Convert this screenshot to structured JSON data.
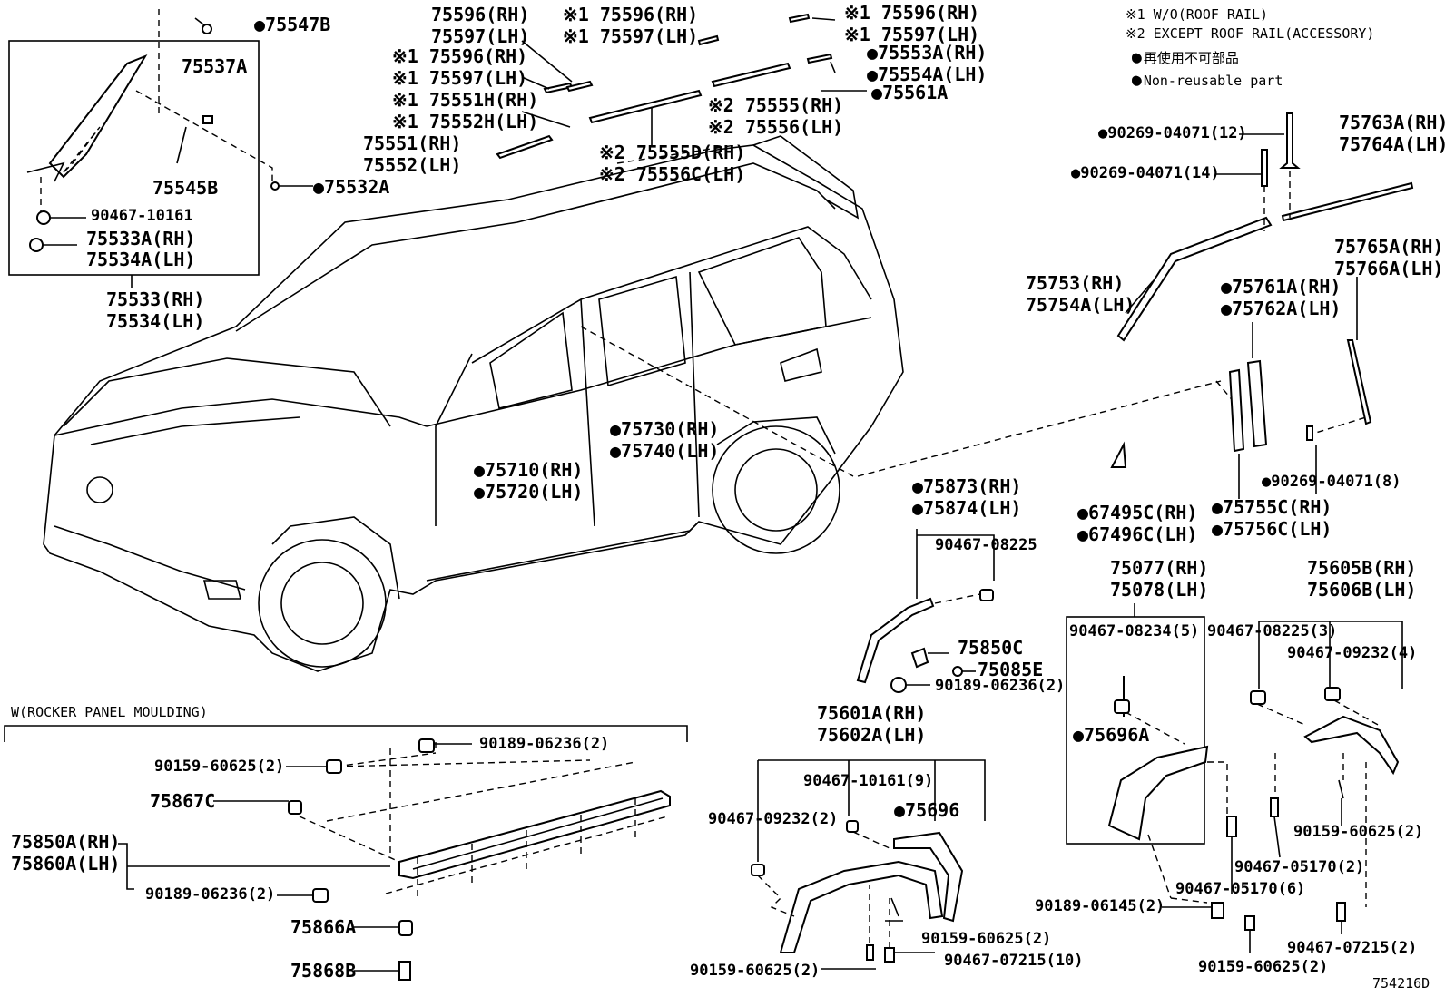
{
  "notes": {
    "n1": "※1 W/O(ROOF RAIL)",
    "n2": "※2 EXCEPT ROOF RAIL(ACCESSORY)",
    "jp": "再使用不可部品",
    "en": "Non-reusable part"
  },
  "section_title": "W(ROCKER PANEL MOULDING)",
  "figure_id": "754216D",
  "labels": [
    {
      "id": "75547B",
      "lines": [
        "●75547B"
      ]
    },
    {
      "id": "75537A",
      "lines": [
        "75537A"
      ]
    },
    {
      "id": "75545B",
      "lines": [
        "75545B"
      ]
    },
    {
      "id": "75532A",
      "lines": [
        "●75532A"
      ]
    },
    {
      "id": "90467-10161-a",
      "lines": [
        "90467-10161"
      ]
    },
    {
      "id": "75533A",
      "lines": [
        "75533A(RH)",
        "75534A(LH)"
      ]
    },
    {
      "id": "75533",
      "lines": [
        "75533(RH)",
        "75534(LH)"
      ]
    },
    {
      "id": "75596",
      "lines": [
        "75596(RH)",
        "75597(LH)"
      ]
    },
    {
      "id": "x175596-a",
      "lines": [
        "※1 75596(RH)",
        "※1 75597(LH)"
      ]
    },
    {
      "id": "x175596-b",
      "lines": [
        "※1 75596(RH)",
        "※1 75597(LH)"
      ]
    },
    {
      "id": "x175551H",
      "lines": [
        "※1 75551H(RH)",
        "※1 75552H(LH)"
      ]
    },
    {
      "id": "75551",
      "lines": [
        "75551(RH)",
        "75552(LH)"
      ]
    },
    {
      "id": "x175596-c",
      "lines": [
        "※1 75596(RH)",
        "※1 75597(LH)"
      ]
    },
    {
      "id": "75553A",
      "lines": [
        "●75553A(RH)",
        "●75554A(LH)"
      ]
    },
    {
      "id": "75561A",
      "lines": [
        "●75561A"
      ]
    },
    {
      "id": "x275555",
      "lines": [
        "※2 75555(RH)",
        "※2 75556(LH)"
      ]
    },
    {
      "id": "x275555D",
      "lines": [
        "※2 75555D(RH)",
        "※2 75556C(LH)"
      ]
    },
    {
      "id": "90269-12",
      "lines": [
        "●90269-04071(12)"
      ]
    },
    {
      "id": "90269-14",
      "lines": [
        "●90269-04071(14)"
      ]
    },
    {
      "id": "75763A",
      "lines": [
        "75763A(RH)",
        "75764A(LH)"
      ]
    },
    {
      "id": "75765A",
      "lines": [
        "75765A(RH)",
        "75766A(LH)"
      ]
    },
    {
      "id": "75753",
      "lines": [
        "75753(RH)",
        "75754A(LH)"
      ]
    },
    {
      "id": "75761A",
      "lines": [
        "●75761A(RH)",
        "●75762A(LH)"
      ]
    },
    {
      "id": "90269-8",
      "lines": [
        "●90269-04071(8)"
      ]
    },
    {
      "id": "75755C",
      "lines": [
        "●75755C(RH)",
        "●75756C(LH)"
      ]
    },
    {
      "id": "67495C",
      "lines": [
        "●67495C(RH)",
        "●67496C(LH)"
      ]
    },
    {
      "id": "75730",
      "lines": [
        "●75730(RH)",
        "●75740(LH)"
      ]
    },
    {
      "id": "75710",
      "lines": [
        "●75710(RH)",
        "●75720(LH)"
      ]
    },
    {
      "id": "75873",
      "lines": [
        "●75873(RH)",
        "●75874(LH)"
      ]
    },
    {
      "id": "90467-08225-a",
      "lines": [
        "90467-08225"
      ]
    },
    {
      "id": "75850C",
      "lines": [
        "75850C"
      ]
    },
    {
      "id": "75085E",
      "lines": [
        "75085E"
      ]
    },
    {
      "id": "90189-06236-a",
      "lines": [
        "90189-06236(2)"
      ]
    },
    {
      "id": "75077",
      "lines": [
        "75077(RH)",
        "75078(LH)"
      ]
    },
    {
      "id": "75605B",
      "lines": [
        "75605B(RH)",
        "75606B(LH)"
      ]
    },
    {
      "id": "90467-08234",
      "lines": [
        "90467-08234(5)"
      ]
    },
    {
      "id": "90467-08225-b",
      "lines": [
        "90467-08225(3)"
      ]
    },
    {
      "id": "90467-09232-a",
      "lines": [
        "90467-09232(4)"
      ]
    },
    {
      "id": "75696A",
      "lines": [
        "●75696A"
      ]
    },
    {
      "id": "75601A",
      "lines": [
        "75601A(RH)",
        "75602A(LH)"
      ]
    },
    {
      "id": "90467-10161-b",
      "lines": [
        "90467-10161(9)"
      ]
    },
    {
      "id": "75696",
      "lines": [
        "●75696"
      ]
    },
    {
      "id": "90467-09232-b",
      "lines": [
        "90467-09232(2)"
      ]
    },
    {
      "id": "90159-60625-a",
      "lines": [
        "90159-60625(2)"
      ]
    },
    {
      "id": "90467-05170-a",
      "lines": [
        "90467-05170(2)"
      ]
    },
    {
      "id": "90467-05170-b",
      "lines": [
        "90467-05170(6)"
      ]
    },
    {
      "id": "90189-06145",
      "lines": [
        "90189-06145(2)"
      ]
    },
    {
      "id": "90159-60625-b",
      "lines": [
        "90159-60625(2)"
      ]
    },
    {
      "id": "90467-07215-a",
      "lines": [
        "90467-07215(10)"
      ]
    },
    {
      "id": "90159-60625-c",
      "lines": [
        "90159-60625(2)"
      ]
    },
    {
      "id": "90159-60625-d",
      "lines": [
        "90159-60625(2)"
      ]
    },
    {
      "id": "90467-07215-b",
      "lines": [
        "90467-07215(2)"
      ]
    },
    {
      "id": "90189-06236-b",
      "lines": [
        "90189-06236(2)"
      ]
    },
    {
      "id": "90159-60625-e",
      "lines": [
        "90159-60625(2)"
      ]
    },
    {
      "id": "75867C",
      "lines": [
        "75867C"
      ]
    },
    {
      "id": "75850A",
      "lines": [
        "75850A(RH)",
        "75860A(LH)"
      ]
    },
    {
      "id": "90189-06236-c",
      "lines": [
        "90189-06236(2)"
      ]
    },
    {
      "id": "75866A",
      "lines": [
        "75866A"
      ]
    },
    {
      "id": "75868B",
      "lines": [
        "75868B"
      ]
    }
  ]
}
